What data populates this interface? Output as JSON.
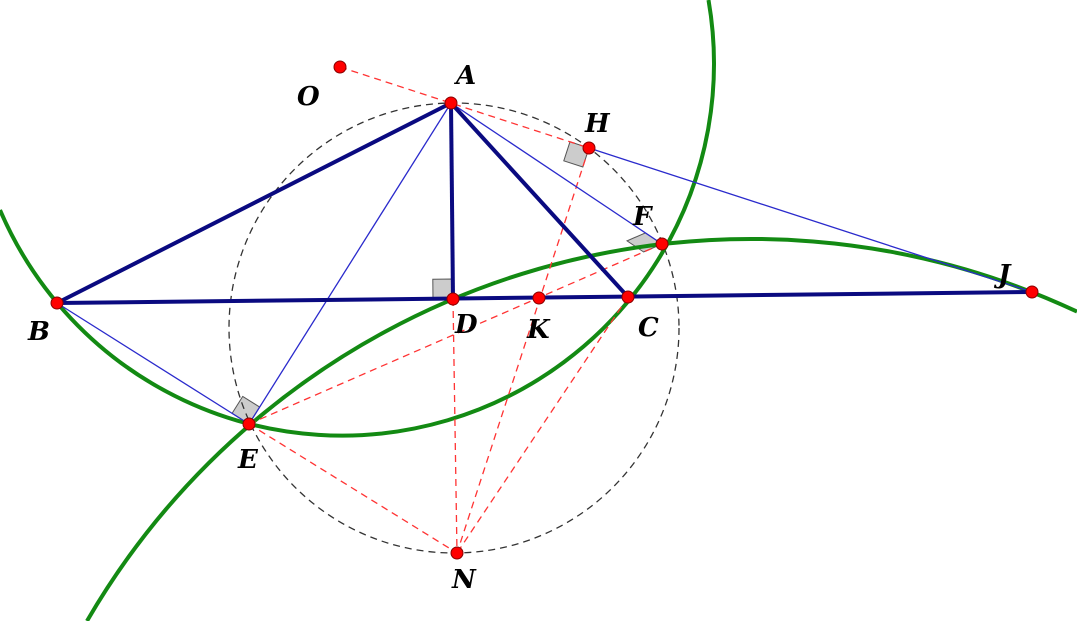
{
  "points": {
    "O": "O",
    "A": "A",
    "H": "H",
    "F": "F",
    "J": "J",
    "B": "B",
    "D": "D",
    "K": "K",
    "C": "C",
    "E": "E",
    "N": "N"
  },
  "colors": {
    "green_circle": "#138a13",
    "thick_segment": "#0a0a80",
    "thin_segment": "#2a2acc",
    "red_dashed": "#ff3333",
    "black_dashed": "#333333",
    "point_fill": "#ff0000",
    "right_angle_fill": "#cccccc"
  }
}
